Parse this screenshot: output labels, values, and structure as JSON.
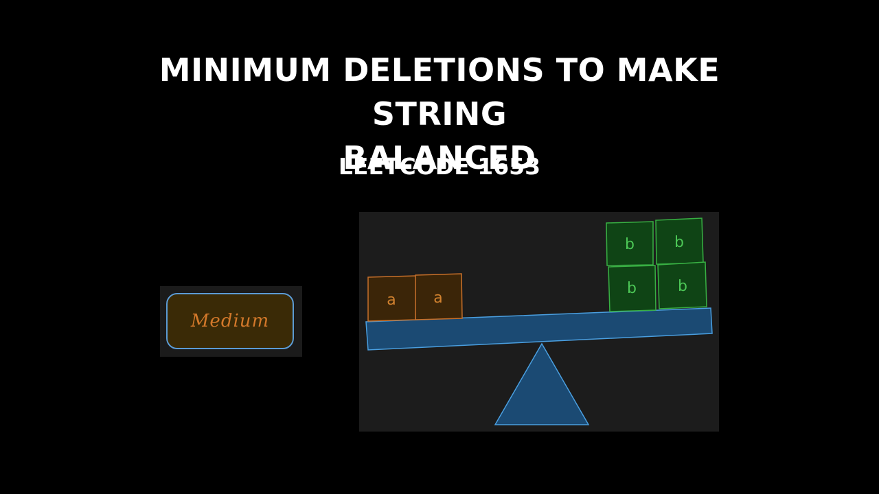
{
  "title": {
    "line1": "MINIMUM DELETIONS TO MAKE STRING",
    "line2": "BALANCED"
  },
  "subtitle": "LEETCODE 1653",
  "difficulty": {
    "label": "Medium",
    "text_color": "#d2782a",
    "fill_color": "#3a2a06",
    "border_color": "#5b9bd5"
  },
  "illustration": {
    "left_blocks": [
      "a",
      "a"
    ],
    "right_blocks": [
      "b",
      "b",
      "b",
      "b"
    ],
    "colors": {
      "a_block_fill": "#3b2508",
      "a_block_stroke": "#c8702a",
      "a_text": "#d2822f",
      "b_block_fill": "#0f4415",
      "b_block_stroke": "#38b043",
      "b_text": "#4cc756",
      "beam_fill": "#1b4a73",
      "beam_stroke": "#4a9fe0",
      "fulcrum_fill": "#1b4a73",
      "fulcrum_stroke": "#4a9fe0"
    },
    "icons": {
      "beam": "seesaw-beam",
      "fulcrum": "triangle-fulcrum"
    }
  }
}
